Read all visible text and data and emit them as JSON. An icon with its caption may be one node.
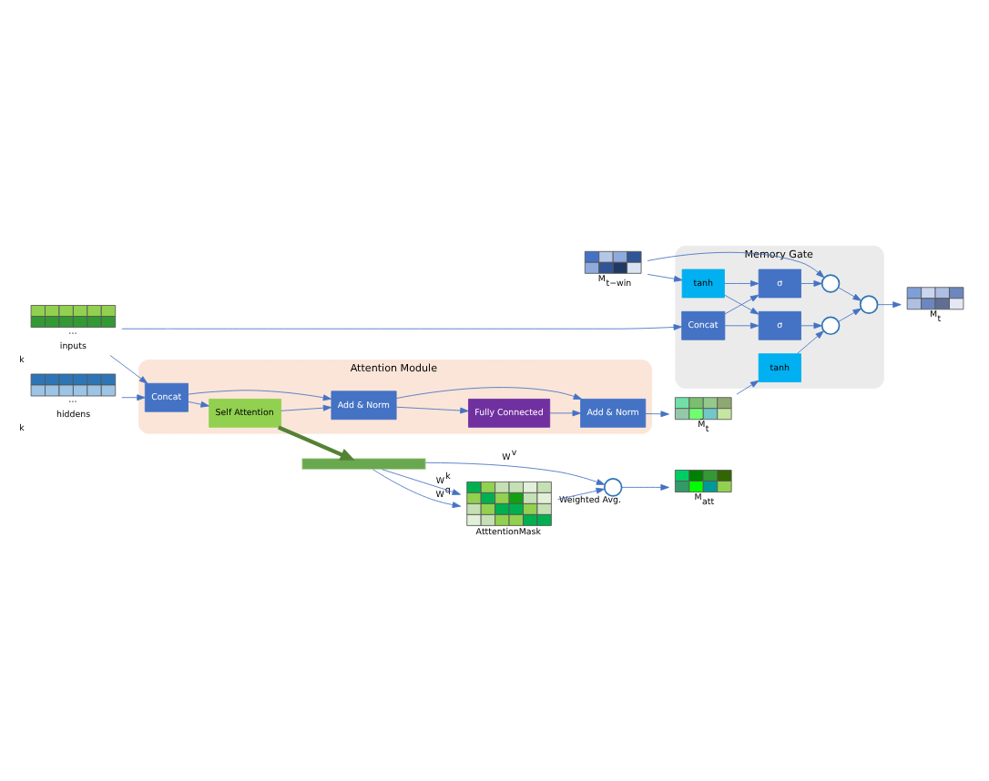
{
  "diagram": {
    "nodes": [
      {
        "text": [
          "Memory Gate"
        ]
      },
      {
        "text": [
          "Concat"
        ],
        "in": 0
      },
      {
        "text": [
          "tanh"
        ],
        "in": 0
      },
      {
        "text": [
          "σ"
        ],
        "in": 0
      },
      {
        "text": [
          "σ"
        ],
        "in": 0
      },
      {
        "text": [],
        "shape": "circle",
        "in": 0
      },
      {
        "text": [],
        "shape": "circle",
        "in": 0
      },
      {
        "text": [],
        "shape": "circle",
        "in": 0
      },
      {
        "text": [
          "tanh"
        ],
        "in": 0
      },
      {
        "text": [
          "Attention Module"
        ]
      },
      {
        "text": [
          "Concat"
        ],
        "in": 9
      },
      {
        "text": [
          "Self Attention"
        ],
        "in": 9
      },
      {
        "text": [
          "Add & Norm"
        ],
        "in": 9
      },
      {
        "text": [
          "Fully Connected"
        ],
        "in": 9
      },
      {
        "text": [
          "Add & Norm"
        ],
        "in": 9
      },
      {
        "text": [
          "M$_{t−win}$"
        ]
      },
      {
        "text": [
          "M$_{t}$"
        ]
      },
      {
        "text": [
          "M̃$_{t}$"
        ]
      },
      {
        "text": [
          "⋯",
          "inputs"
        ],
        "beside": [
          "k"
        ]
      },
      {
        "text": [
          "⋯",
          "hiddens"
        ],
        "beside": [
          "k"
        ]
      },
      {
        "text": [],
        "shape": "bar"
      },
      {
        "text": [
          "AtttentionMask"
        ]
      },
      {
        "text": [],
        "shape": "circle",
        "beside": [
          "Weighted Avg."
        ]
      },
      {
        "text": [
          "M$_{att}$"
        ]
      }
    ],
    "edges": [
      {
        "from": 15,
        "to": 5,
        "arrow": "to"
      },
      {
        "from": 15,
        "to": 2,
        "arrow": "to"
      },
      {
        "from": 5,
        "to": 6,
        "arrow": "to"
      },
      {
        "from": 6,
        "to": 16,
        "arrow": "to"
      },
      {
        "from": 18,
        "to": 1,
        "arrow": "to"
      },
      {
        "from": 1,
        "to": 3,
        "arrow": "to"
      },
      {
        "from": 1,
        "to": 4,
        "arrow": "to"
      },
      {
        "from": 2,
        "to": 3,
        "arrow": "to"
      },
      {
        "from": 2,
        "to": 4,
        "arrow": "to"
      },
      {
        "from": 3,
        "to": 5,
        "arrow": "to"
      },
      {
        "from": 4,
        "to": 7,
        "arrow": "to"
      },
      {
        "from": 8,
        "to": 7,
        "arrow": "to"
      },
      {
        "from": 7,
        "to": 6,
        "arrow": "to"
      },
      {
        "from": 17,
        "to": 8,
        "arrow": "to"
      },
      {
        "from": 18,
        "to": 10,
        "arrow": "to"
      },
      {
        "from": 19,
        "to": 10,
        "arrow": "to"
      },
      {
        "from": 10,
        "to": 11,
        "arrow": "to"
      },
      {
        "from": 10,
        "to": 12,
        "arrow": "to"
      },
      {
        "from": 11,
        "to": 12,
        "arrow": "to"
      },
      {
        "from": 12,
        "to": 13,
        "arrow": "to"
      },
      {
        "from": 12,
        "to": 14,
        "arrow": "to"
      },
      {
        "from": 13,
        "to": 14,
        "arrow": "to"
      },
      {
        "from": 14,
        "to": 17,
        "arrow": "to"
      },
      {
        "from": 11,
        "to": 20,
        "arrow": "to",
        "style": "thick",
        "color": "#548235"
      },
      {
        "from": 20,
        "to": 21,
        "arrow": "to",
        "label": "W$^{q}$"
      },
      {
        "from": 20,
        "to": 21,
        "arrow": "to",
        "label": "W$^{k}$"
      },
      {
        "from": 20,
        "to": 22,
        "arrow": "to",
        "label": "W$^{v}$"
      },
      {
        "from": 21,
        "to": 22,
        "arrow": "to"
      },
      {
        "from": 22,
        "to": 23,
        "arrow": "to"
      }
    ]
  }
}
